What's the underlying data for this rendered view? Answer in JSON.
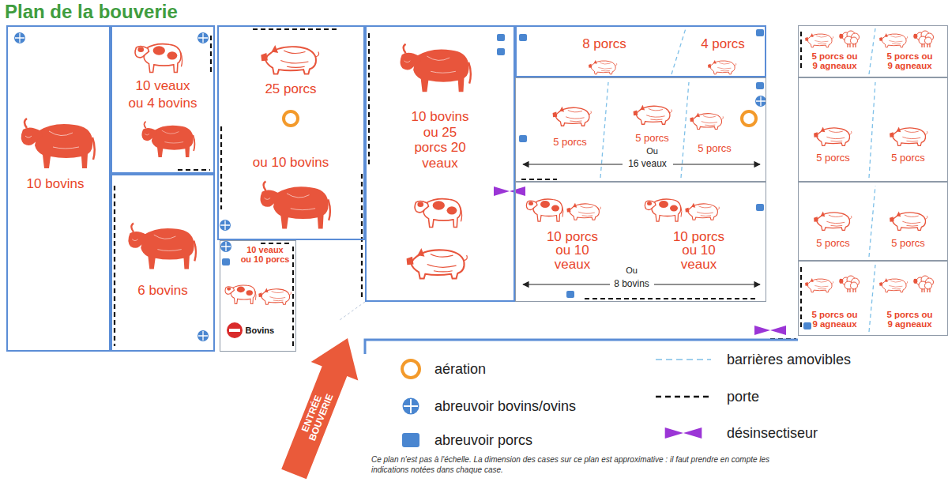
{
  "diagram": {
    "title": "Plan de la bouverie",
    "nodes": [
      {
        "text": [
          "10 bovins"
        ]
      },
      {
        "text": [
          "10 veaux ou 4 bovins"
        ]
      },
      {
        "text": [
          "6 bovins"
        ]
      },
      {
        "text": [
          "25 porcs",
          "ou 10 bovins"
        ]
      },
      {
        "text": [
          "10 veaux ou 10 porcs",
          "Bovins"
        ]
      },
      {
        "text": [
          "10 bovins ou 25 porcs 20 veaux"
        ]
      },
      {
        "text": [
          "8 porcs",
          "4 porcs"
        ]
      },
      {
        "text": [
          "5 porcs",
          "5 porcs",
          "Ou",
          "5 porcs",
          "16 veaux"
        ]
      },
      {
        "text": [
          "10 porcs ou 10 veaux",
          "10 porcs ou 10 veaux",
          "Ou",
          "8 bovins"
        ]
      },
      {
        "text": [
          "5 porcs ou 9 agneaux",
          "5 porcs ou 9 agneaux"
        ]
      },
      {
        "text": [
          "5 porcs",
          "5 porcs"
        ]
      },
      {
        "text": [
          "5 porcs",
          "5 porcs"
        ]
      },
      {
        "text": [
          "5 porcs ou 9 agneaux",
          "5 porcs ou 9 agneaux"
        ]
      }
    ],
    "labels": [
      "ENTRÉE BOUVERIE",
      "Ce plan n'est pas à l'échelle. La dimension des cases sur ce plan est approximative : il faut prendre en compte les indications notées dans chaque case."
    ],
    "legend": [
      {
        "text": "aération"
      },
      {
        "text": "abreuvoir bovins/ovins"
      },
      {
        "text": "abreuvoir porcs"
      },
      {
        "text": "barrières amovibles"
      },
      {
        "text": "porte"
      },
      {
        "text": "désinsectiseur"
      }
    ]
  }
}
